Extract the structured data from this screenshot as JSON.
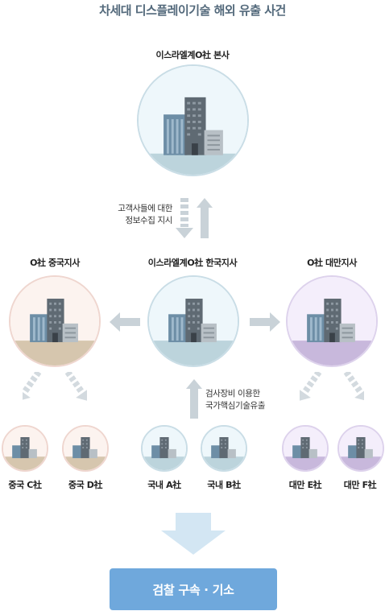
{
  "title": "차세대 디스플레이기술 해외 유출 사건",
  "colors": {
    "title": "#53697b",
    "blue_circle_bg": "#eef7fb",
    "blue_ground": "#bcd4dc",
    "blue_border": "#c9dde6",
    "china_circle_bg": "#fcf3ef",
    "china_ground": "#d6c6ae",
    "china_border": "#efd6cf",
    "taiwan_circle_bg": "#f4eefb",
    "taiwan_ground": "#c8b8dc",
    "taiwan_border": "#ddd2ec",
    "arrow": "#c9d2d8",
    "result_box": "#6fa8dc"
  },
  "nodes": {
    "hq": "이스라엘계O社 본사",
    "korea": "이스라엘계O社 한국지사",
    "china": "O社 중국지사",
    "taiwan": "O社 대만지사",
    "china_c": "중국 C社",
    "china_d": "중국 D社",
    "domestic_a": "국내 A社",
    "domestic_b": "국내 B社",
    "taiwan_e": "대만 E社",
    "taiwan_f": "대만 F社"
  },
  "notes": {
    "instruction_line1": "고객사들에 대한",
    "instruction_line2": "정보수집 지시",
    "leak_line1": "검사장비 이용한",
    "leak_line2": "국가핵심기술유출"
  },
  "result": "검찰 구속 · 기소"
}
